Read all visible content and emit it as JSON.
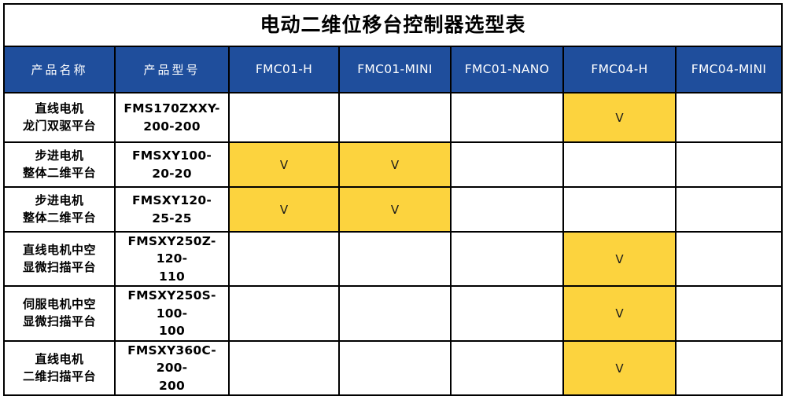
{
  "title": "电动二维位移台控制器选型表",
  "colors": {
    "header_blue": "#1F4E9C",
    "mark_yellow": "#FCD33E",
    "border": "#000000",
    "text": "#000000",
    "header_text": "#FFFFFF"
  },
  "table": {
    "columns": [
      {
        "key": "name",
        "label": "产品名称",
        "cjk": true
      },
      {
        "key": "model",
        "label": "产品型号",
        "cjk": true
      },
      {
        "key": "c1h",
        "label": "FMC01-H",
        "cjk": false
      },
      {
        "key": "c1m",
        "label": "FMC01-MINI",
        "cjk": false
      },
      {
        "key": "c1n",
        "label": "FMC01-NANO",
        "cjk": false
      },
      {
        "key": "c4h",
        "label": "FMC04-H",
        "cjk": false
      },
      {
        "key": "c4m",
        "label": "FMC04-MINI",
        "cjk": false
      }
    ],
    "mark_symbol": "V",
    "rows": [
      {
        "name_line1": "直线电机",
        "name_line2": "龙门双驱平台",
        "model_line1": "FMS170ZXXY-",
        "model_line2": "200-200",
        "marks": {
          "c1h": "",
          "c1m": "",
          "c1n": "",
          "c4h": "V",
          "c4m": ""
        }
      },
      {
        "name_line1": "步进电机",
        "name_line2": "整体二维平台",
        "model_line1": "FMSXY100-",
        "model_line2": "20-20",
        "marks": {
          "c1h": "V",
          "c1m": "V",
          "c1n": "",
          "c4h": "",
          "c4m": ""
        }
      },
      {
        "name_line1": "步进电机",
        "name_line2": "整体二维平台",
        "model_line1": "FMSXY120-",
        "model_line2": "25-25",
        "marks": {
          "c1h": "V",
          "c1m": "V",
          "c1n": "",
          "c4h": "",
          "c4m": ""
        }
      },
      {
        "name_line1": "直线电机中空",
        "name_line2": "显微扫描平台",
        "model_line1": "FMSXY250Z-120-",
        "model_line2": "110",
        "marks": {
          "c1h": "",
          "c1m": "",
          "c1n": "",
          "c4h": "V",
          "c4m": ""
        }
      },
      {
        "name_line1": "伺服电机中空",
        "name_line2": "显微扫描平台",
        "model_line1": "FMSXY250S-100-",
        "model_line2": "100",
        "marks": {
          "c1h": "",
          "c1m": "",
          "c1n": "",
          "c4h": "V",
          "c4m": ""
        }
      },
      {
        "name_line1": "直线电机",
        "name_line2": "二维扫描平台",
        "model_line1": "FMSXY360C-200-",
        "model_line2": "200",
        "marks": {
          "c1h": "",
          "c1m": "",
          "c1n": "",
          "c4h": "V",
          "c4m": ""
        }
      }
    ]
  }
}
